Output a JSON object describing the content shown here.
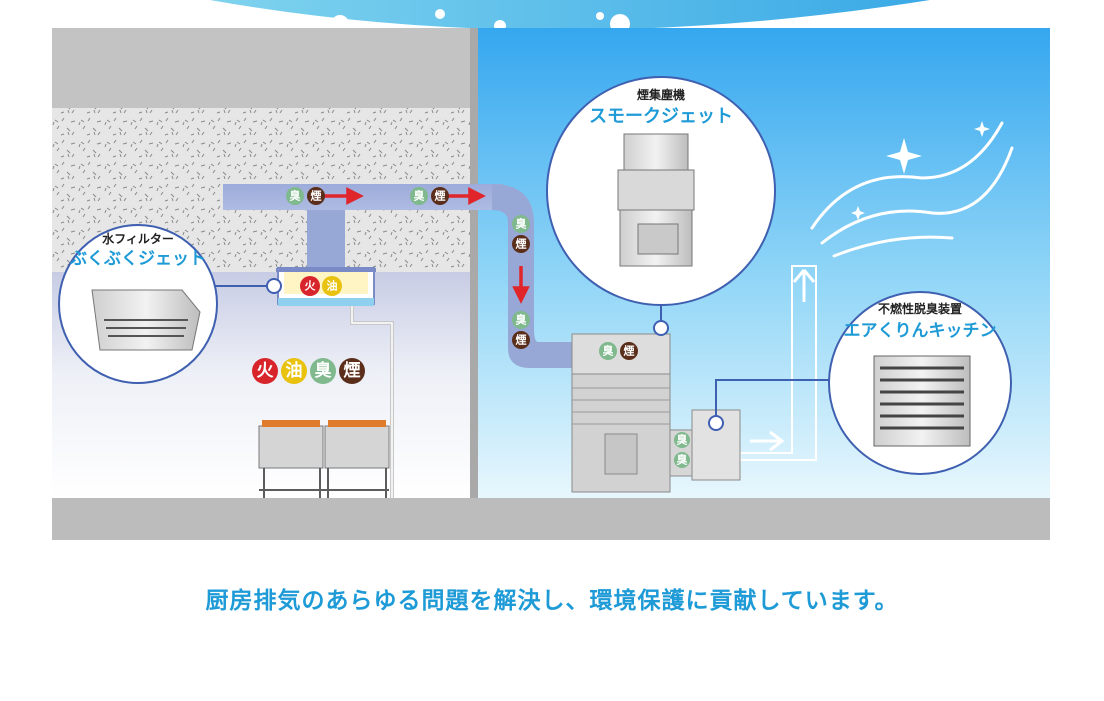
{
  "units": {
    "water_filter": {
      "category": "水フィルター",
      "product": "ぶくぶくジェット",
      "badges": [
        "火",
        "油"
      ]
    },
    "smoke_collector": {
      "category": "煙集塵機",
      "product": "スモークジェット"
    },
    "deodorizer": {
      "category": "不燃性脱臭装置",
      "product": "エアくりんキッチン"
    }
  },
  "kitchen_badges": [
    "火",
    "油",
    "臭",
    "煙"
  ],
  "duct_badges": {
    "horizontal_1": [
      "臭",
      "煙"
    ],
    "horizontal_2": [
      "臭",
      "煙"
    ],
    "vertical_1": [
      "臭",
      "煙"
    ],
    "vertical_2": [
      "臭",
      "煙"
    ],
    "collector": [
      "臭",
      "煙"
    ],
    "deodorizer_inlet": [
      "臭",
      "臭"
    ]
  },
  "badge_colors": {
    "fire": "#d8252b",
    "oil": "#e9c20f",
    "odor": "#7fb98d",
    "smoke": "#5a2e1a"
  },
  "tagline": "厨房排気のあらゆる問題を解決し、環境保護に貢献しています。",
  "icons": [
    "red-arrow-icon",
    "sparkle-icon",
    "wind-swoosh-icon",
    "up-arrow-icon",
    "right-arrow-icon"
  ]
}
